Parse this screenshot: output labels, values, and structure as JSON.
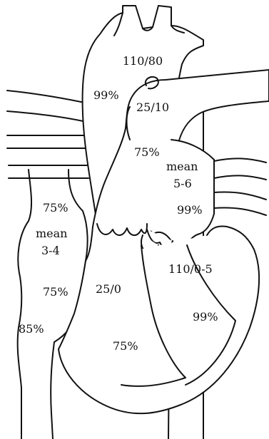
{
  "diagram": {
    "labels": {
      "aorta_pressure": "110/80",
      "aorta_saturation": "99%",
      "pulmonary_artery_pressure": "25/10",
      "pulmonary_artery_saturation": "75%",
      "left_atrium_mean": "mean",
      "left_atrium_mean_value": "5-6",
      "left_atrium_saturation": "99%",
      "svc_saturation": "75%",
      "right_atrium_mean": "mean",
      "right_atrium_mean_value": "3-4",
      "right_atrium_saturation": "75%",
      "ivc_saturation": "85%",
      "right_ventricle_pressure": "25/0",
      "right_ventricle_saturation": "75%",
      "left_ventricle_pressure": "110/0-5",
      "left_ventricle_saturation": "99%"
    }
  },
  "colors": {
    "stroke": "#111111",
    "fill": "#ffffff",
    "background": "#ffffff"
  }
}
